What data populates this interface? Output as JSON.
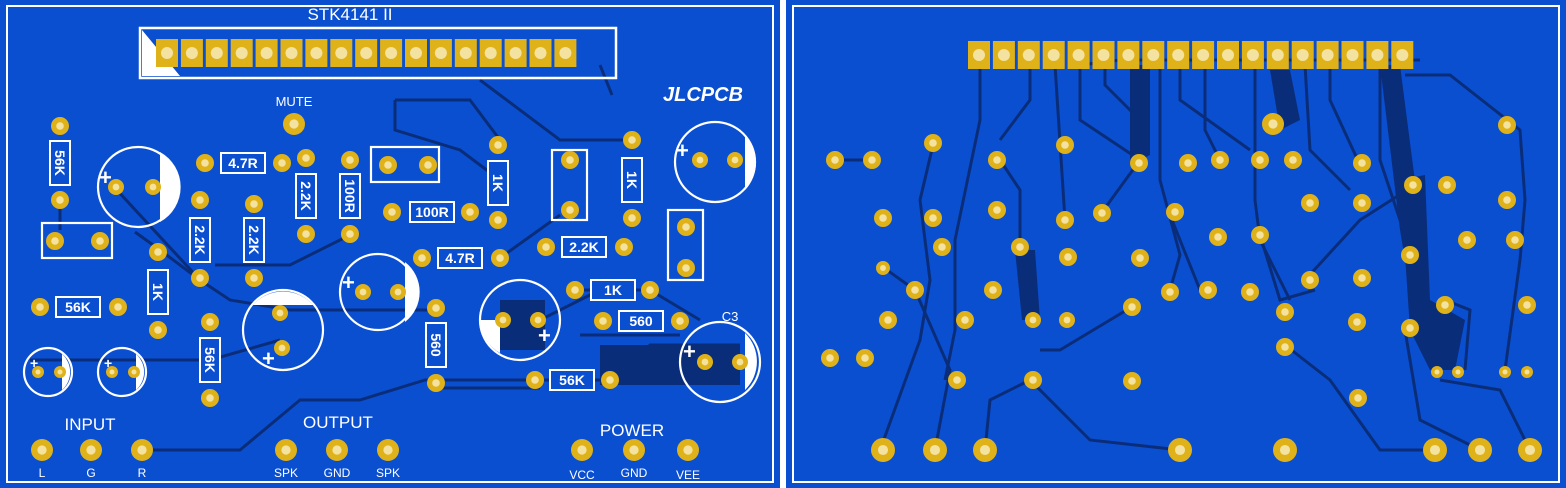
{
  "colors": {
    "board": "#0b4fd1",
    "board_edge": "#ffffff",
    "copper": "#0a2d7a",
    "pad_ring": "#e0b21a",
    "pad_hole": "#f3e2a0",
    "silkscreen": "#ffffff"
  },
  "front": {
    "chip_label": "STK4141 II",
    "brand_logo": "JLCPCB",
    "mute_label": "MUTE",
    "input_label": "INPUT",
    "output_label": "OUTPUT",
    "power_label": "POWER",
    "c3_label": "C3",
    "pins": {
      "l": "L",
      "g": "G",
      "r": "R",
      "spk1": "SPK",
      "gnd": "GND",
      "spk2": "SPK",
      "vcc": "VCC",
      "pgnd": "GND",
      "vee": "VEE"
    },
    "parts": {
      "r56k_a": "56K",
      "r47r_a": "4.7R",
      "r22k_a": "2.2K",
      "r100r_a": "100R",
      "r100r_b": "100R",
      "r22k_b": "2.2K",
      "r22k_c": "2.2K",
      "r1k_a": "1K",
      "r1k_b": "1K",
      "r1k_c": "1K",
      "r47r_b": "4.7R",
      "r22k_d": "2.2K",
      "r56k_b": "56K",
      "r1k_d": "1K",
      "r560_a": "560",
      "r56k_c": "56K",
      "r560_b": "560",
      "r56k_d": "56K"
    }
  }
}
